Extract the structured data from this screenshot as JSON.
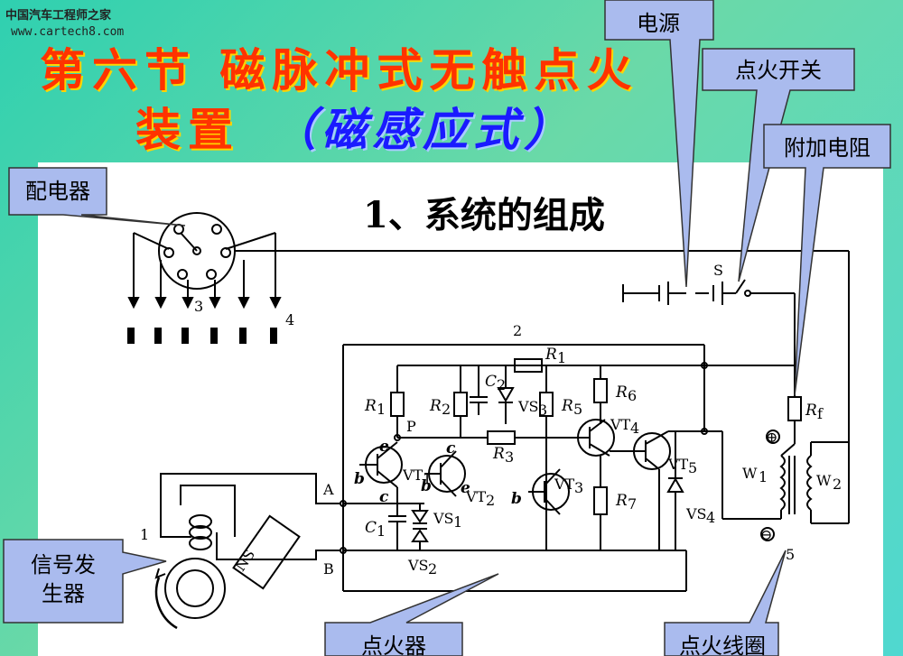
{
  "watermark": {
    "line1": "中国汽车工程师之家",
    "line2": "www.cartech8.com"
  },
  "title": {
    "line1": "第六节  磁脉冲式无触点火",
    "line2_a": "装置",
    "line2_b": "（磁感应式）"
  },
  "section_heading": "1、系统的组成",
  "callouts": {
    "distributor": "配电器",
    "power": "电源",
    "ignition_switch": "点火开关",
    "extra_resistor": "附加电阻",
    "signal_gen_1": "信号发",
    "signal_gen_2": "生器",
    "igniter": "点火器",
    "ignition_coil": "点火线圈"
  },
  "diagram_labels": {
    "n1": "1",
    "n2": "2",
    "n3": "3",
    "n4": "4",
    "n5": "5",
    "S": "S",
    "P": "P",
    "A": "A",
    "B": "B",
    "R1a": "R",
    "R1a_sub": "1",
    "R1b": "R",
    "R1b_sub": "1",
    "R2": "R",
    "R2_sub": "2",
    "R3": "R",
    "R3_sub": "3",
    "R5": "R",
    "R5_sub": "5",
    "R6": "R",
    "R6_sub": "6",
    "R7": "R",
    "R7_sub": "7",
    "Rf": "R",
    "Rf_sub": "f",
    "C1": "C",
    "C1_sub": "1",
    "C2": "C",
    "C2_sub": "2",
    "VT1": "VT",
    "VT1_sub": "1",
    "VT2": "VT",
    "VT2_sub": "2",
    "VT3": "VT",
    "VT3_sub": "3",
    "VT4": "VT",
    "VT4_sub": "4",
    "VT5": "VT",
    "VT5_sub": "5",
    "VS1": "VS",
    "VS1_sub": "1",
    "VS2": "VS",
    "VS2_sub": "2",
    "VS3": "VS",
    "VS3_sub": "3",
    "VS4": "VS",
    "VS4_sub": "4",
    "W1": "W",
    "W1_sub": "1",
    "W2": "W",
    "W2_sub": "2",
    "NS": "NS",
    "plus": "⊕",
    "minus": "⊖",
    "b1": "b",
    "c1": "c",
    "e1": "e",
    "b2": "b",
    "c2": "c",
    "e2": "e",
    "b3": "b"
  },
  "colors": {
    "title_red": "#ff3300",
    "title_blue": "#1a1aff",
    "callout_fill": "#aabbee",
    "background": "#3fd4b4"
  }
}
